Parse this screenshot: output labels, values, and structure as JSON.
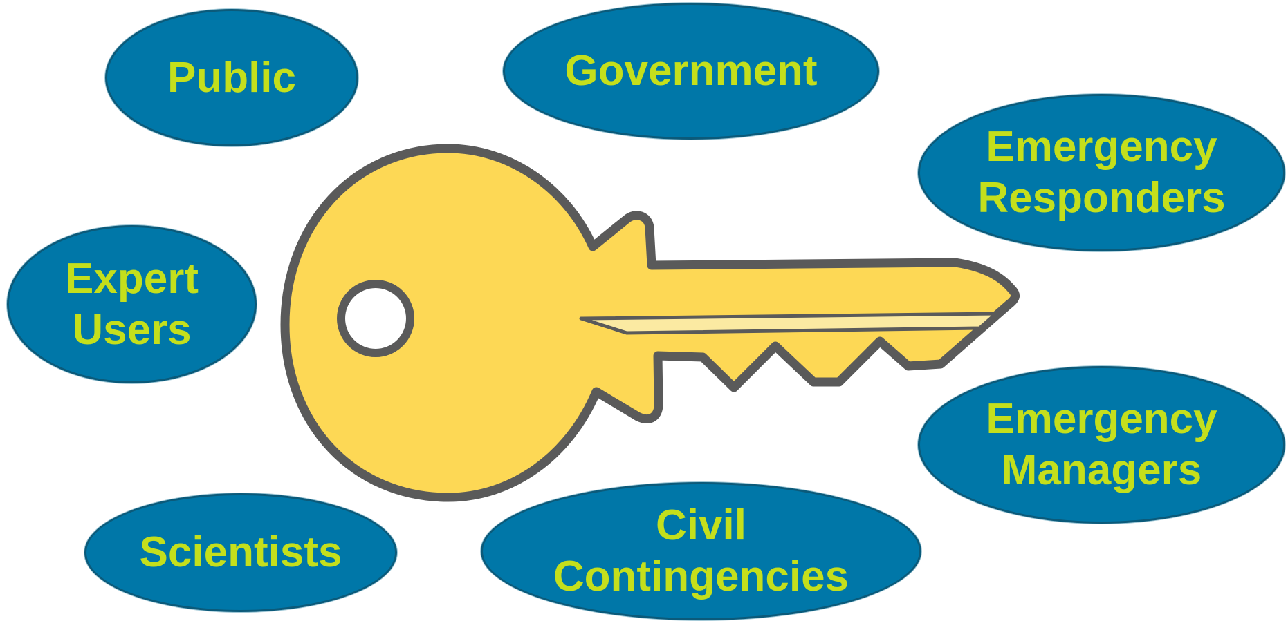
{
  "colors": {
    "ellipse_fill": "#0077a8",
    "ellipse_border": "#0b5a7a",
    "label_text": "#c4df1c",
    "key_fill": "#fdd855",
    "key_outline": "#5a5a5a",
    "key_groove": "#fbeaa2",
    "background": "#ffffff"
  },
  "key": {
    "icon": "key-icon"
  },
  "stakeholders": [
    {
      "id": "public",
      "label": "Public"
    },
    {
      "id": "government",
      "label": "Government"
    },
    {
      "id": "emergency-responders",
      "label": "Emergency\nResponders"
    },
    {
      "id": "expert-users",
      "label": "Expert\nUsers"
    },
    {
      "id": "emergency-managers",
      "label": "Emergency\nManagers"
    },
    {
      "id": "scientists",
      "label": "Scientists"
    },
    {
      "id": "civil-contingencies",
      "label": "Civil\nContingencies"
    }
  ]
}
